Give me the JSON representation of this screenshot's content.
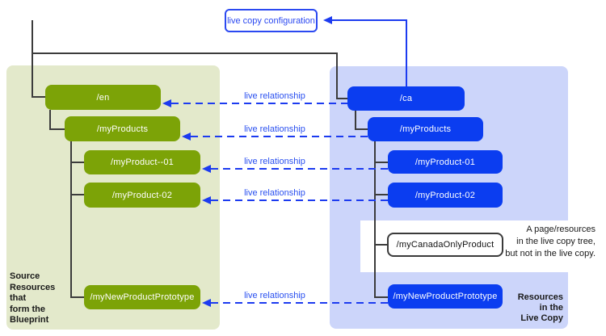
{
  "config_box": {
    "label": "live copy configuration"
  },
  "arrows": {
    "label": "live relationship"
  },
  "blueprint": {
    "caption": [
      "Source",
      "Resources",
      "that",
      "form the",
      "Blueprint"
    ],
    "nodes": [
      "/en",
      "/myProducts",
      "/myProduct--01",
      "/myProduct-02",
      "/myNewProductPrototype"
    ]
  },
  "livecopy": {
    "caption": [
      "Resources",
      "in the",
      "Live Copy"
    ],
    "nodes": [
      "/ca",
      "/myProducts",
      "/myProduct-01",
      "/myProduct-02",
      "/myNewProductPrototype"
    ],
    "excluded_node": "/myCanadaOnlyProduct",
    "note": [
      "A page/resources",
      "in the live copy tree,",
      "but not in the live copy."
    ]
  },
  "colors": {
    "blueprint_node": "#7ca307",
    "blueprint_panel": "#e3e9cb",
    "livecopy_node": "#0b3df0",
    "livecopy_panel": "#ccd5fa",
    "relationship_blue": "#1c3bf0",
    "config_border_blue": "#2b49f1",
    "tree_line": "#3c3c3c",
    "node_text": "#ffffff"
  }
}
